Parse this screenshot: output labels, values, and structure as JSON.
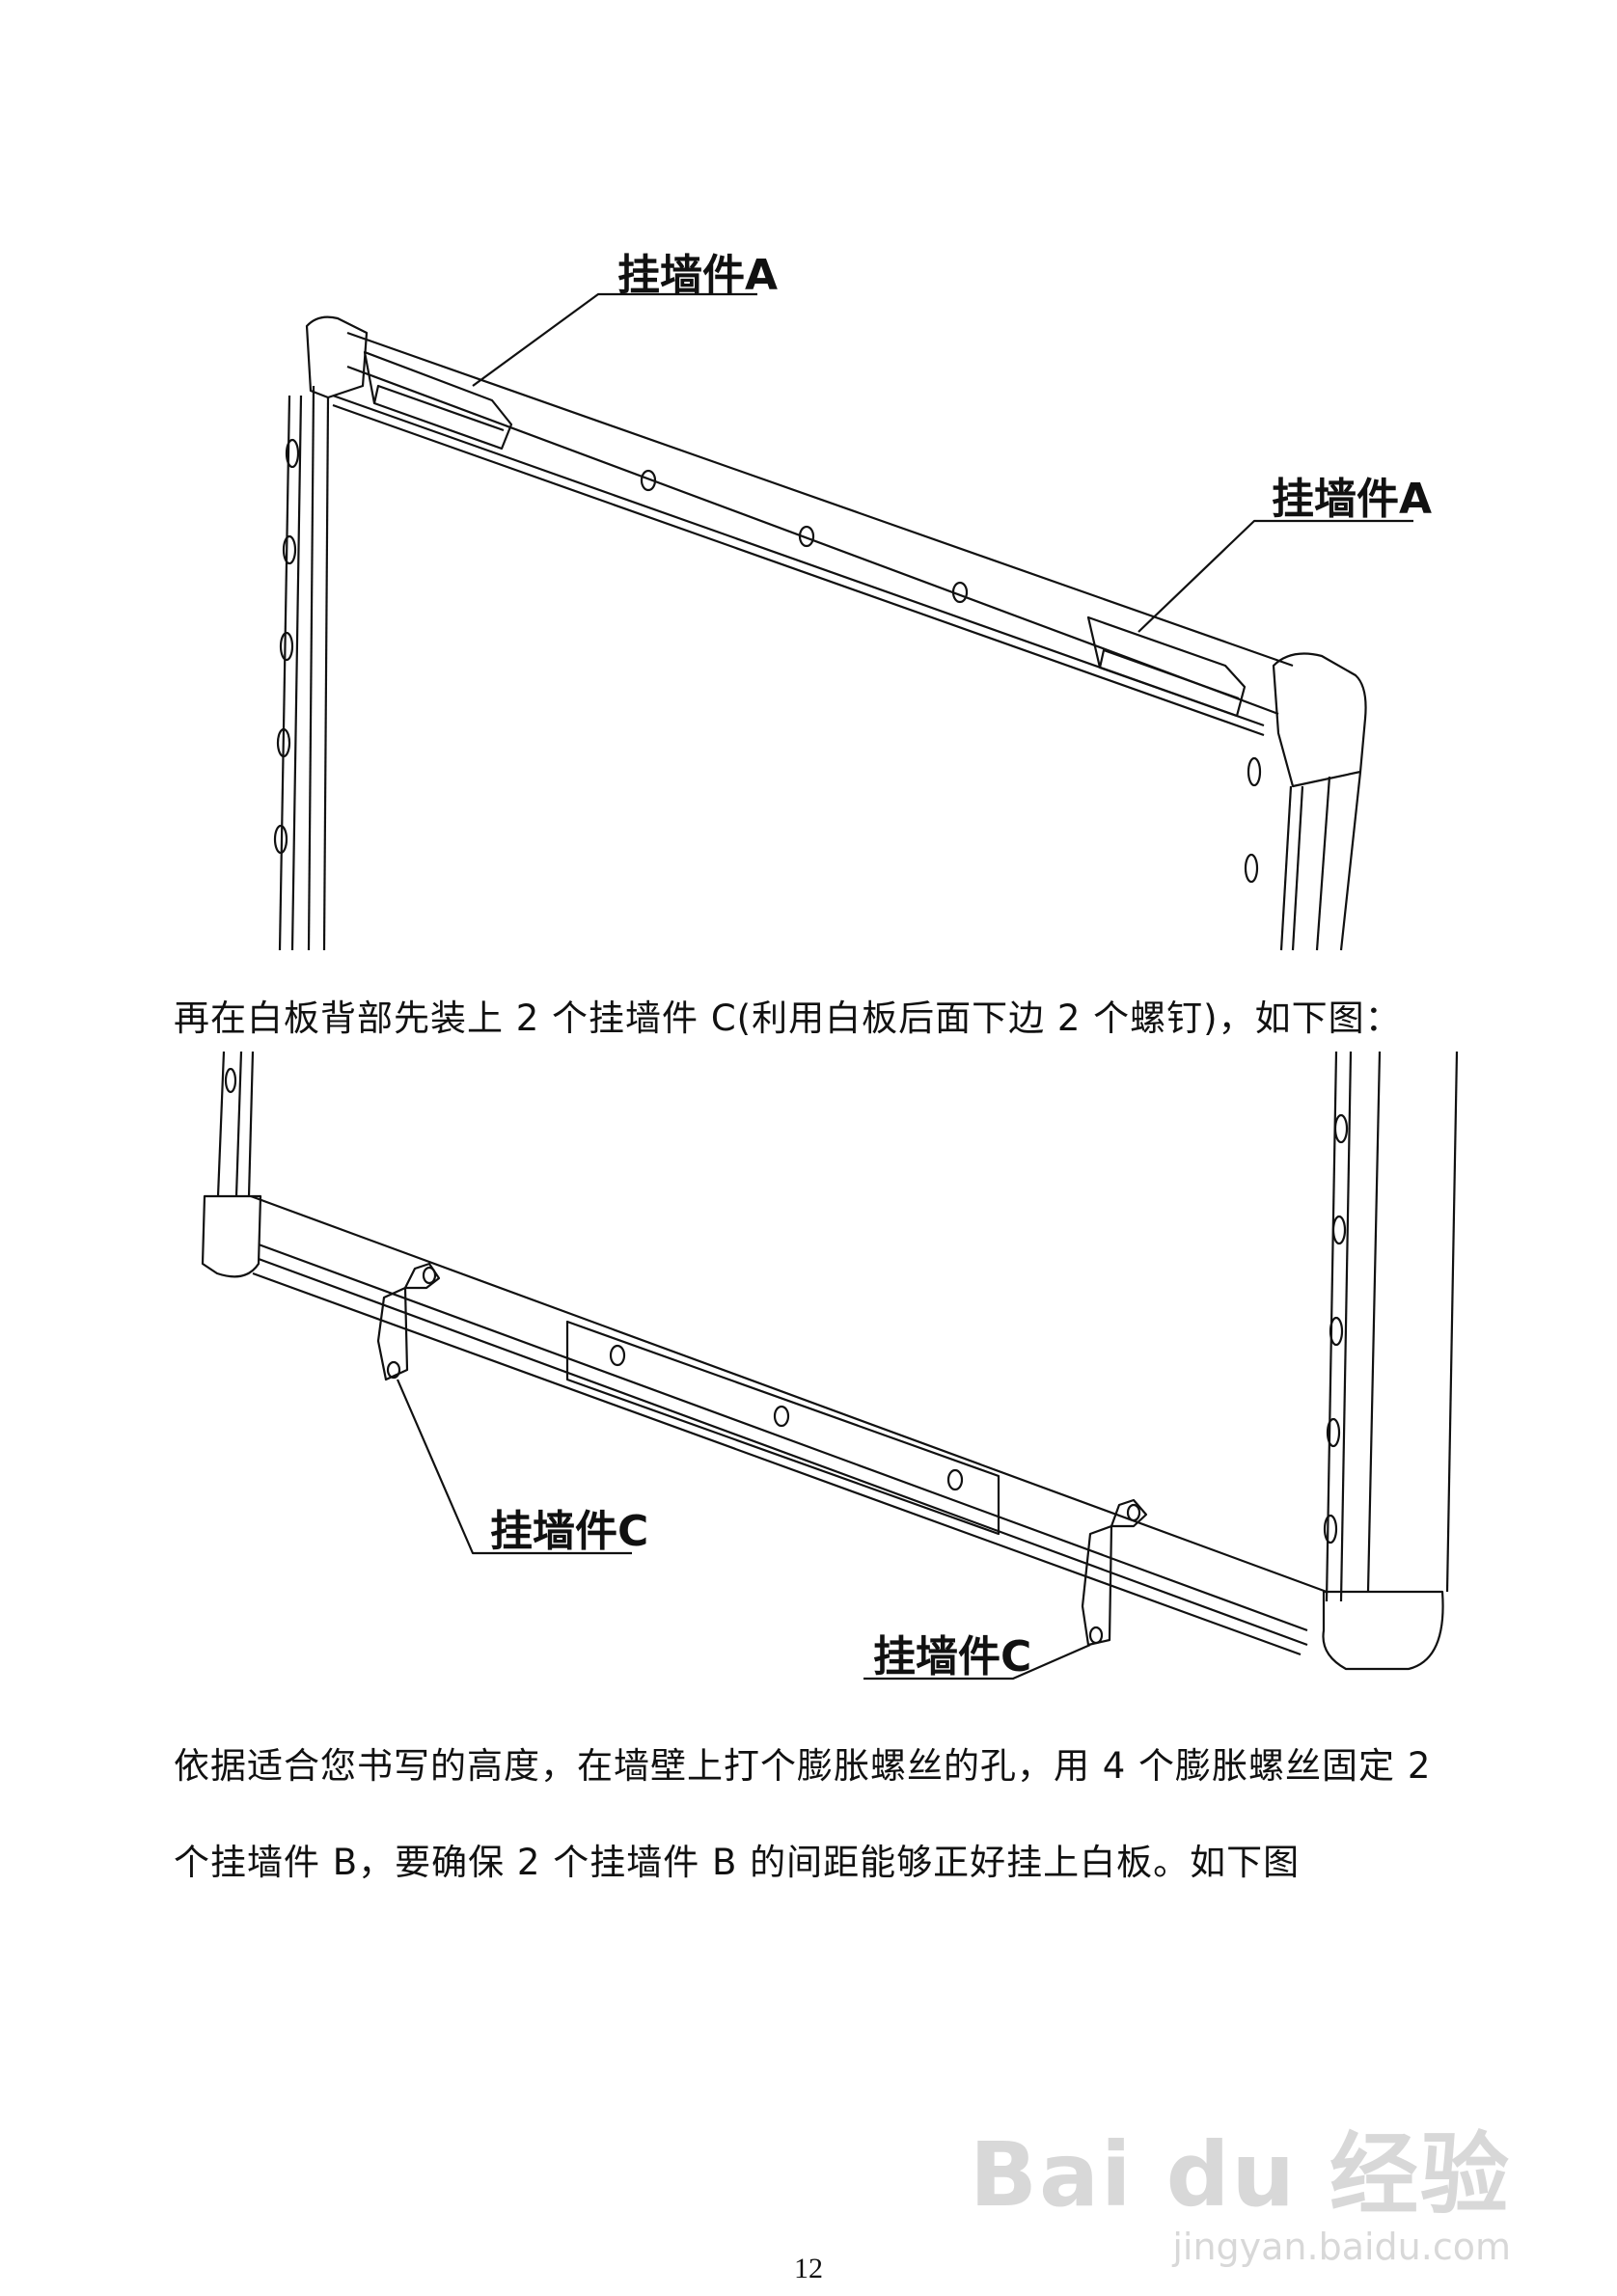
{
  "figure_top": {
    "label_1": "挂墙件A",
    "label_2": "挂墙件A"
  },
  "paragraph_1": "再在白板背部先装上 2 个挂墙件 C(利用白板后面下边 2 个螺钉)，如下图：",
  "figure_bottom": {
    "label_1": "挂墙件C",
    "label_2": "挂墙件C"
  },
  "paragraph_2_line_1": "依据适合您书写的高度，在墙壁上打个膨胀螺丝的孔，用 4 个膨胀螺丝固定 2",
  "paragraph_2_line_2": "个挂墙件 B，要确保 2 个挂墙件 B 的间距能够正好挂上白板。如下图",
  "page_number": "12",
  "watermark": {
    "brand": "Bai du 经验",
    "site": "jingyan.baidu.com"
  }
}
